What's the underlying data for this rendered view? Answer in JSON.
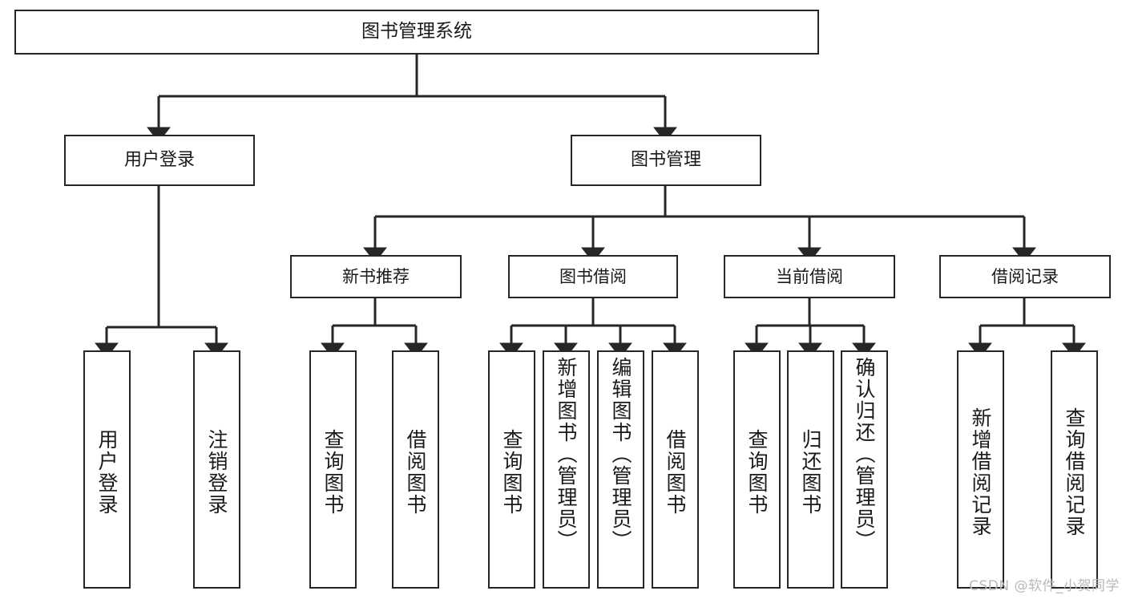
{
  "diagram": {
    "title": "图书管理系统",
    "type": "tree",
    "background_color": "#ffffff",
    "stroke_color": "#262626",
    "text_color": "#1a1a1a",
    "root": {
      "id": "root",
      "label": "图书管理系统"
    },
    "level2": [
      {
        "id": "user-login",
        "label": "用户登录"
      },
      {
        "id": "book-manage",
        "label": "图书管理"
      }
    ],
    "level3": [
      {
        "id": "new-book-rec",
        "label": "新书推荐"
      },
      {
        "id": "book-borrow",
        "label": "图书借阅"
      },
      {
        "id": "current-borrow",
        "label": "当前借阅"
      },
      {
        "id": "borrow-record",
        "label": "借阅记录"
      }
    ],
    "leaves": [
      {
        "id": "leaf-user-login",
        "label": "用户登录",
        "parent": "user-login"
      },
      {
        "id": "leaf-user-logout",
        "label": "注销登录",
        "parent": "user-login"
      },
      {
        "id": "leaf-query-book-1",
        "label": "查询图书",
        "parent": "new-book-rec"
      },
      {
        "id": "leaf-borrow-book-1",
        "label": "借阅图书",
        "parent": "new-book-rec"
      },
      {
        "id": "leaf-query-book-2",
        "label": "查询图书",
        "parent": "book-borrow"
      },
      {
        "id": "leaf-add-book",
        "label": "新增图书（管理员）",
        "parent": "book-borrow"
      },
      {
        "id": "leaf-edit-book",
        "label": "编辑图书（管理员）",
        "parent": "book-borrow"
      },
      {
        "id": "leaf-borrow-book-2",
        "label": "借阅图书",
        "parent": "book-borrow"
      },
      {
        "id": "leaf-query-book-3",
        "label": "查询图书",
        "parent": "current-borrow"
      },
      {
        "id": "leaf-return-book",
        "label": "归还图书",
        "parent": "current-borrow"
      },
      {
        "id": "leaf-confirm-return",
        "label": "确认归还（管理员）",
        "parent": "current-borrow"
      },
      {
        "id": "leaf-add-record",
        "label": "新增借阅记录",
        "parent": "borrow-record"
      },
      {
        "id": "leaf-query-record",
        "label": "查询借阅记录",
        "parent": "borrow-record"
      }
    ],
    "watermark": "CSDN @软件_小贺同学"
  }
}
